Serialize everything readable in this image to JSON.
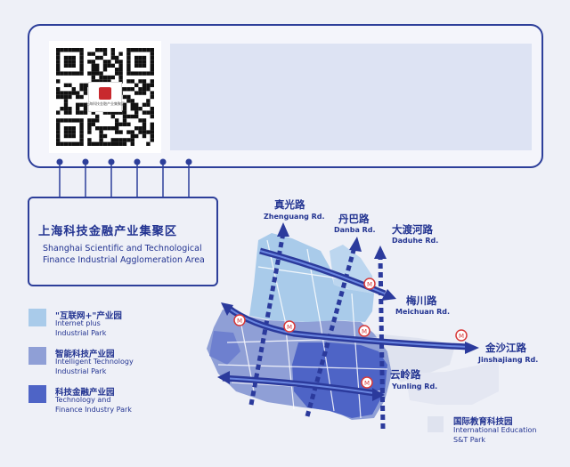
{
  "qr": {
    "logo_caption": "上海科技金融产业集聚区"
  },
  "area": {
    "title_cn": "上海科技金融产业集聚区",
    "title_en_line1": "Shanghai Scientific and Technological",
    "title_en_line2": "Finance Industrial Agglomeration Area"
  },
  "legend": [
    {
      "cn": "\"互联网+\"产业园",
      "en1": "Internet plus",
      "en2": "Industrial Park",
      "color": "#a9cbea"
    },
    {
      "cn": "智能科技产业园",
      "en1": "Intelligent Technology",
      "en2": "Industrial Park",
      "color": "#8f9fd6"
    },
    {
      "cn": "科技金融产业园",
      "en1": "Technology and",
      "en2": "Finance Industry Park",
      "color": "#4e64c6"
    }
  ],
  "roads": {
    "zhenguang": {
      "cn": "真光路",
      "en": "Zhenguang Rd."
    },
    "danba": {
      "cn": "丹巴路",
      "en": "Danba Rd."
    },
    "daduhe": {
      "cn": "大渡河路",
      "en": "Daduhe Rd."
    },
    "meichuan": {
      "cn": "梅川路",
      "en": "Meichuan Rd."
    },
    "jinshajiang": {
      "cn": "金沙江路",
      "en": "Jinshajiang Rd."
    },
    "yunling": {
      "cn": "云岭路",
      "en": "Yunling Rd."
    }
  },
  "intl_park": {
    "cn": "国际教育科技园",
    "en1": "International Education",
    "en2": "S&T Park",
    "color": "#dfe3ef"
  },
  "colors": {
    "brand": "#223391",
    "road": "#2b3a9c",
    "metro": "#d83a3a"
  },
  "icons": {
    "metro": "metro-icon",
    "qr": "qr-code-icon"
  }
}
